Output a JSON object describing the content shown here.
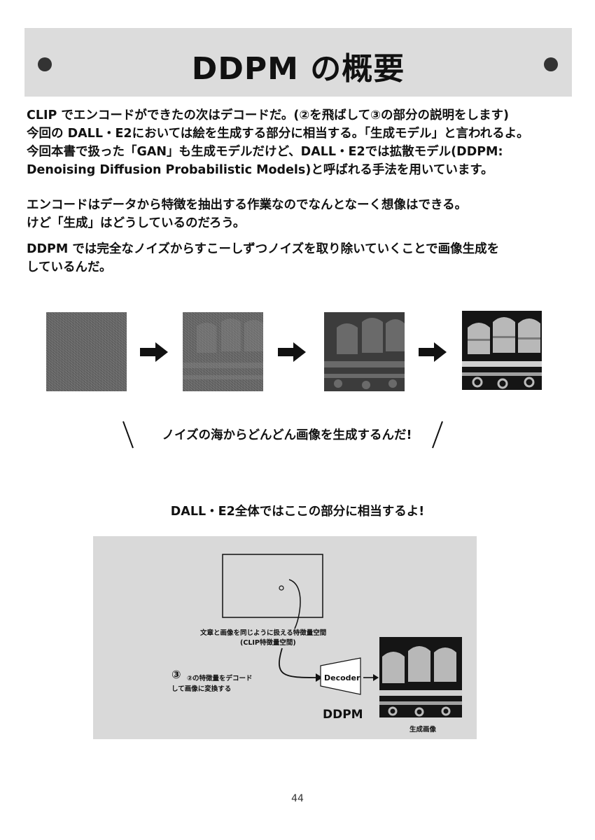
{
  "header": {
    "title": "DDPM の概要"
  },
  "paragraphs": [
    "CLIP でエンコードができたの次はデコードだ。(②を飛ばして③の部分の説明をします)\n今回の DALL・E2においては絵を生成する部分に相当する。「生成モデル」と言われるよ。\n今回本書で扱った「GAN」も生成モデルだけど、DALL・E2では拡散モデル(DDPM:\nDenoising Diffusion Probabilistic Models)と呼ばれる手法を用いています。",
    "エンコードはデータから特徴を抽出する作業なのでなんとなーく想像はできる。\nけど「生成」はどうしているのだろう。",
    "DDPM では完全なノイズからすこーしずつノイズを取り除いていくことで画像生成を\nしているんだ。"
  ],
  "slogan": "ノイズの海からどんどん画像を生成するんだ!",
  "sub_heading": "DALL・E2全体ではここの部分に相当するよ!",
  "diagram": {
    "feature_space_label": "文章と画像を同じように扱える特徴量空間",
    "feature_space_sub": "(CLIP特徴量空間)",
    "step_marker": "③",
    "step_text_line1": "②の特徴量をデコード",
    "step_text_line2": "して画像に変換する",
    "decoder_label": "Decoder",
    "model_label": "DDPM",
    "output_caption": "生成画像"
  },
  "page_number": "44"
}
